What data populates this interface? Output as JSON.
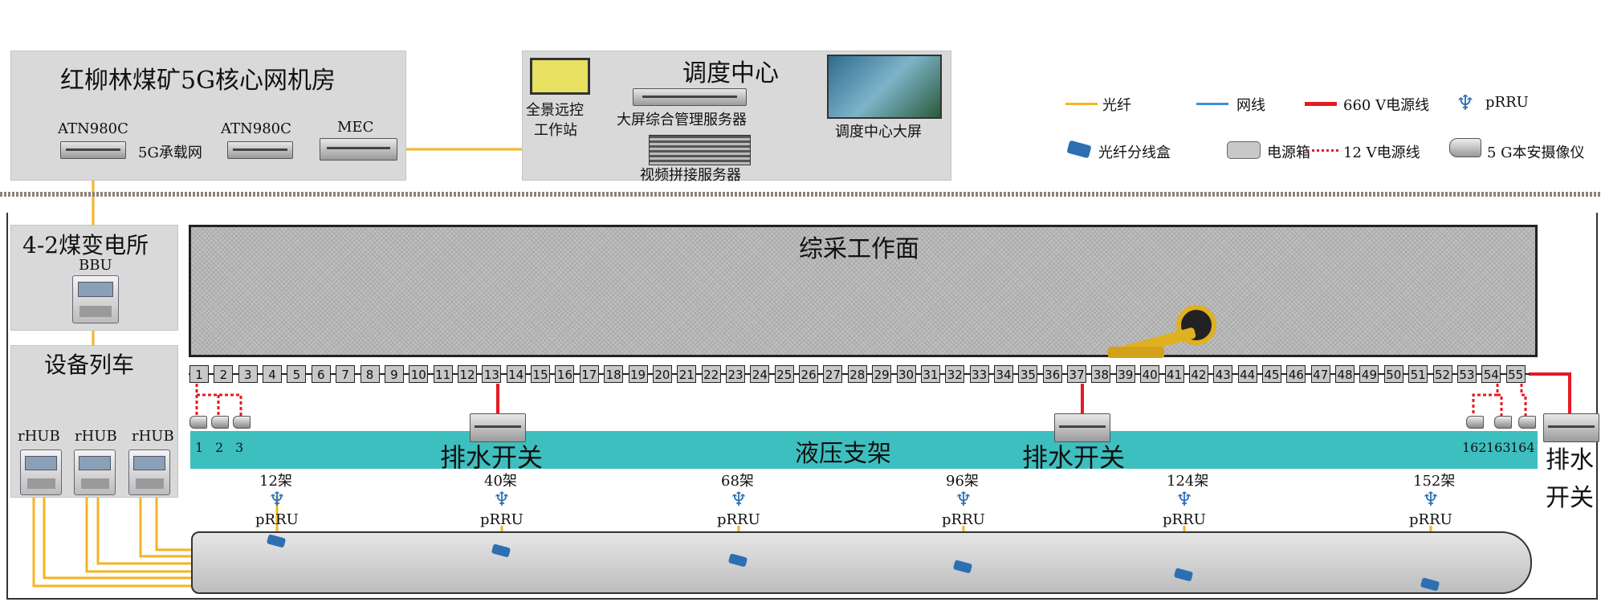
{
  "core_room": {
    "title": "红柳林煤矿5G核心网机房",
    "left_router": "ATN980C",
    "right_router": "ATN980C",
    "bearer": "5G承载网",
    "mec": "MEC"
  },
  "dispatch": {
    "title": "调度中心",
    "workstation_line1": "全景远控",
    "workstation_line2": "工作站",
    "mgmt_server": "大屏综合管理服务器",
    "stitch_server": "视频拼接服务器",
    "screen": "调度中心大屏"
  },
  "legend": {
    "fiber": "光纤",
    "network_cable": "网线",
    "power_660": "660 V电源线",
    "prru": "pRRU",
    "splice_box": "光纤分线盒",
    "power_box": "电源箱",
    "power_12": "12 V电源线",
    "camera": "5 G本安摄像仪"
  },
  "substation": {
    "title": "4-2煤变电所",
    "bbu": "BBU"
  },
  "train": {
    "title": "设备列车",
    "rhub": [
      "rHUB",
      "rHUB",
      "rHUB"
    ]
  },
  "working_face": {
    "title": "综采工作面"
  },
  "supports": {
    "numbers": [
      "1",
      "2",
      "3",
      "4",
      "5",
      "6",
      "7",
      "8",
      "9",
      "10",
      "11",
      "12",
      "13",
      "14",
      "15",
      "16",
      "17",
      "18",
      "19",
      "20",
      "21",
      "22",
      "23",
      "24",
      "25",
      "26",
      "27",
      "28",
      "29",
      "30",
      "31",
      "32",
      "33",
      "34",
      "35",
      "36",
      "37",
      "38",
      "39",
      "40",
      "41",
      "42",
      "43",
      "44",
      "45",
      "46",
      "47",
      "48",
      "49",
      "50",
      "51",
      "52",
      "53",
      "54",
      "55"
    ],
    "hydraulic": "液压支架",
    "left_cams": [
      "1",
      "2",
      "3"
    ],
    "right_cams": [
      "162",
      "163",
      "164"
    ],
    "drain_switch": "排水开关",
    "drain_switch_side_1": "排水",
    "drain_switch_side_2": "开关"
  },
  "prru_units": [
    {
      "frame": "12架",
      "label": "pRRU"
    },
    {
      "frame": "40架",
      "label": "pRRU"
    },
    {
      "frame": "68架",
      "label": "pRRU"
    },
    {
      "frame": "96架",
      "label": "pRRU"
    },
    {
      "frame": "124架",
      "label": "pRRU"
    },
    {
      "frame": "152架",
      "label": "pRRU"
    }
  ],
  "colors": {
    "fiber": "#f5b324",
    "network": "#3e8fd6",
    "power": "#e31b23",
    "hydraulic": "#3ebfbf",
    "panel": "#d9d9d9"
  }
}
